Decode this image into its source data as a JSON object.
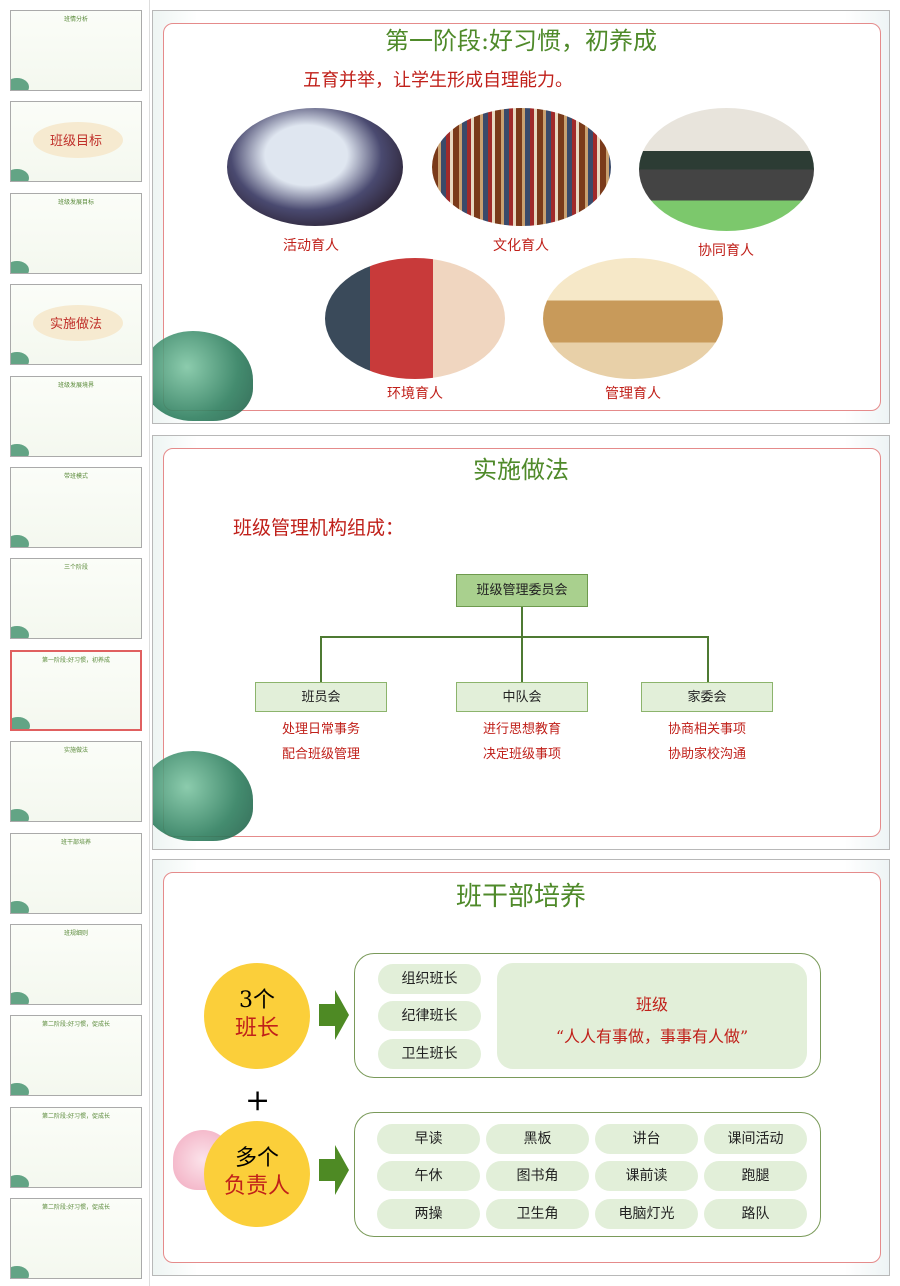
{
  "thumbnails": [
    {
      "title": "班情分析",
      "type": "content"
    },
    {
      "title": "班级目标",
      "type": "section"
    },
    {
      "title": "班级发展目标",
      "type": "content"
    },
    {
      "title": "实施做法",
      "type": "section"
    },
    {
      "title": "班级发展境界",
      "type": "content"
    },
    {
      "title": "带班模式",
      "type": "content"
    },
    {
      "title": "三个阶段",
      "type": "content"
    },
    {
      "title": "第一阶段:好习惯，初养成",
      "type": "content",
      "selected": true
    },
    {
      "title": "实施做法",
      "type": "content"
    },
    {
      "title": "班干部培养",
      "type": "content"
    },
    {
      "title": "班规细则",
      "type": "content"
    },
    {
      "title": "第二阶段:好习惯，促成长",
      "type": "content"
    },
    {
      "title": "第二阶段:好习惯，促成长",
      "type": "content"
    },
    {
      "title": "第二阶段:好习惯，促成长",
      "type": "content"
    }
  ],
  "slide1": {
    "title": "第一阶段:好习惯，初养成",
    "subtitle": "五育并举，让学生形成自理能力。",
    "items": [
      "活动育人",
      "文化育人",
      "协同育人",
      "环境育人",
      "管理育人"
    ]
  },
  "slide2": {
    "title": "实施做法",
    "subtitle": "班级管理机构组成：",
    "root": "班级管理委员会",
    "children": [
      {
        "name": "班员会",
        "lines": [
          "处理日常事务",
          "配合班级管理"
        ]
      },
      {
        "name": "中队会",
        "lines": [
          "进行思想教育",
          "决定班级事项"
        ]
      },
      {
        "name": "家委会",
        "lines": [
          "协商相关事项",
          "协助家校沟通"
        ]
      }
    ]
  },
  "slide3": {
    "title": "班干部培养",
    "circle1": {
      "top": "3个",
      "bottom": "班长"
    },
    "circle2": {
      "top": "多个",
      "bottom": "负责人"
    },
    "plus": "+",
    "monitors": [
      "组织班长",
      "纪律班长",
      "卫生班长"
    ],
    "motto_title": "班级",
    "motto": "“人人有事做，事事有人做”",
    "duties": [
      "早读",
      "黑板",
      "讲台",
      "课间活动",
      "午休",
      "图书角",
      "课前读",
      "跑腿",
      "两操",
      "卫生角",
      "电脑灯光",
      "路队"
    ]
  },
  "colors": {
    "title_green": "#4f8a2a",
    "accent_red": "#c0201a",
    "circle_yellow": "#fbcf3a",
    "pill_green": "#e2efd9"
  }
}
